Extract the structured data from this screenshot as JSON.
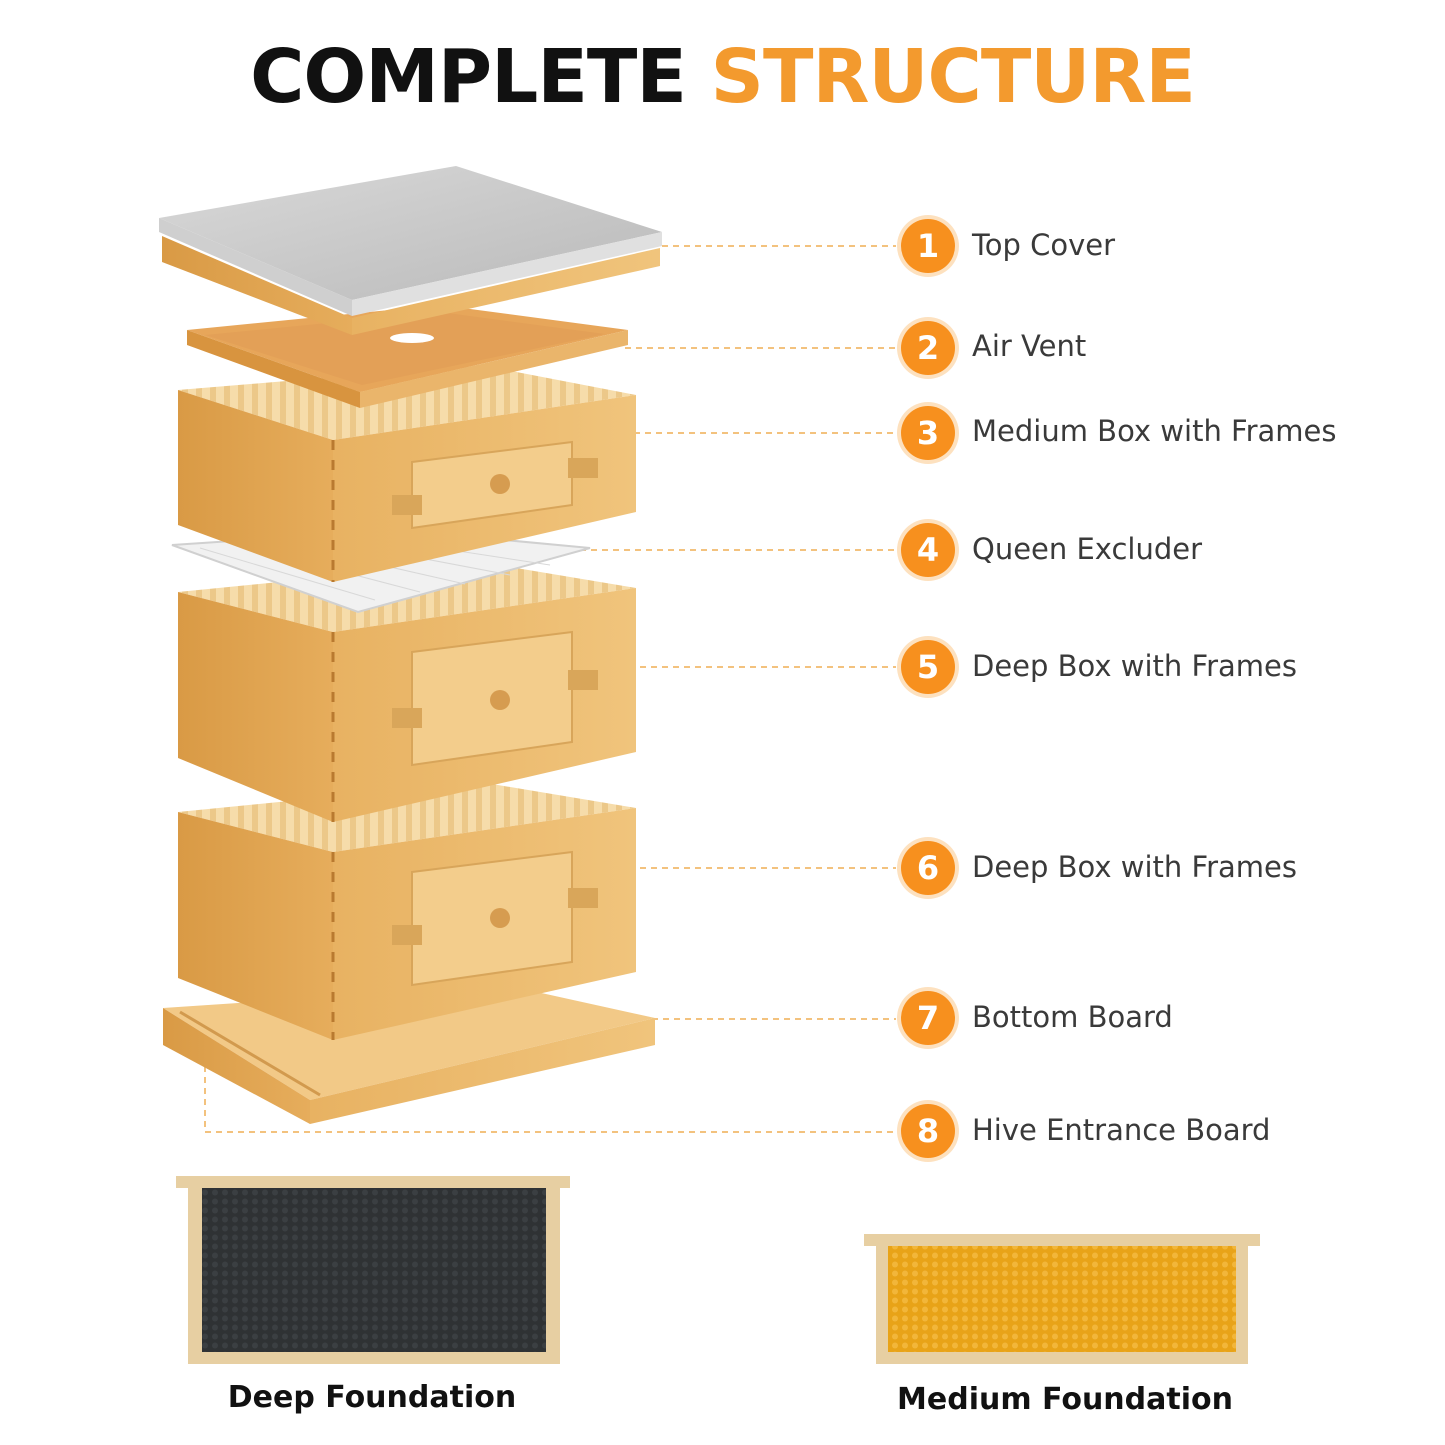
{
  "title": {
    "part1": "COMPLETE",
    "part2": "STRUCTURE"
  },
  "colors": {
    "accent": "#f7901e",
    "wood": "#e9b464",
    "leader": "#f3c27e"
  },
  "callouts": [
    {
      "number": "1",
      "label": "Top Cover"
    },
    {
      "number": "2",
      "label": "Air Vent"
    },
    {
      "number": "3",
      "label": "Medium Box with Frames"
    },
    {
      "number": "4",
      "label": "Queen Excluder"
    },
    {
      "number": "5",
      "label": "Deep Box with Frames"
    },
    {
      "number": "6",
      "label": "Deep Box with Frames"
    },
    {
      "number": "7",
      "label": "Bottom Board"
    },
    {
      "number": "8",
      "label": "Hive Entrance Board"
    }
  ],
  "foundations": [
    {
      "caption": "Deep Foundation"
    },
    {
      "caption": "Medium Foundation"
    }
  ]
}
